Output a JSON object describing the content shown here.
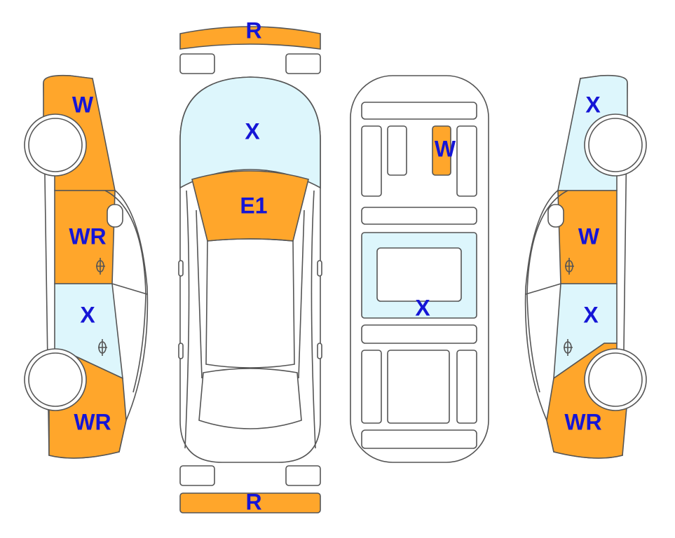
{
  "colors": {
    "damage": "#ffa62b",
    "glass": "#ddf6fc",
    "label": "#1515d6",
    "outline": "#555555",
    "background": "#ffffff"
  },
  "labels": {
    "rear_bumper": "R",
    "front_bumper": "R",
    "roof": "X",
    "hood": "E1",
    "interior_front_seat": "W",
    "interior_floor": "X",
    "left_front_fender": "W",
    "left_front_door": "WR",
    "left_rear_door": "X",
    "left_rear_quarter": "WR",
    "right_front_fender": "X",
    "right_front_door": "W",
    "right_rear_door": "X",
    "right_rear_quarter": "WR"
  }
}
